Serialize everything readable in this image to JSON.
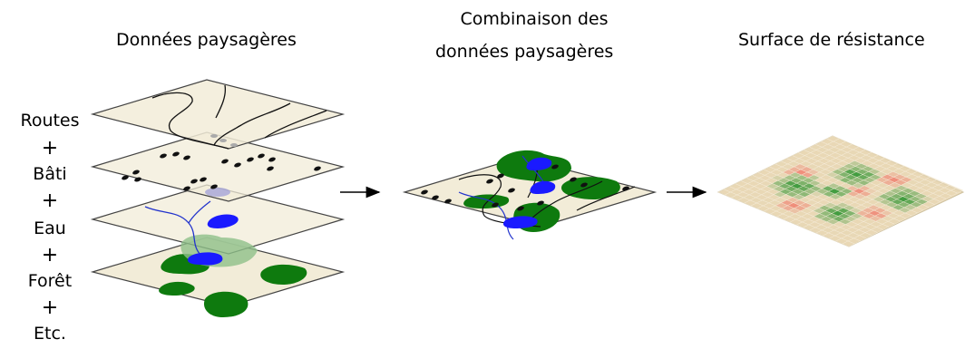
{
  "titles": {
    "landscape_data": "Données paysagères",
    "combination_line1": "Combinaison des",
    "combination_line2": "données paysagères",
    "resistance_surface": "Surface de résistance"
  },
  "layer_labels": [
    "Routes",
    "Bâti",
    "Eau",
    "Forêt",
    "Etc."
  ],
  "plus_sign": "+",
  "colors": {
    "map_background": "#f2ecd8",
    "map_border": "#444444",
    "road": "#111111",
    "building": "#111111",
    "water": "#1a1aff",
    "river": "#2233cc",
    "forest": "#0e7a0e",
    "forest_light": "#8fc08a",
    "resistance_low": "#3a9a3a",
    "resistance_high": "#f08070",
    "arrow": "#000000"
  }
}
